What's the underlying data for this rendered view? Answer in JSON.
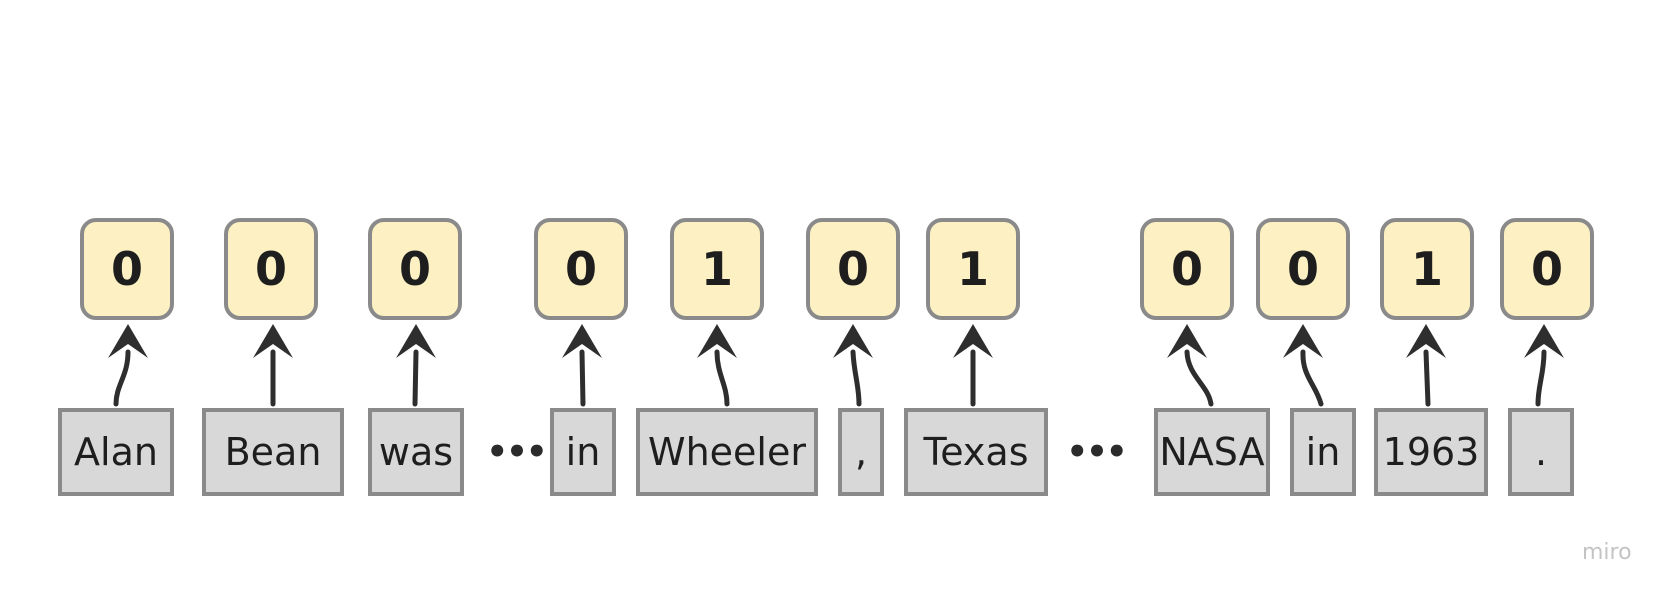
{
  "diagram": {
    "pairs": [
      {
        "token": "Alan",
        "label": "0"
      },
      {
        "token": "Bean",
        "label": "0"
      },
      {
        "token": "was",
        "label": "0"
      },
      {
        "token": "in",
        "label": "0"
      },
      {
        "token": "Wheeler",
        "label": "1"
      },
      {
        "token": ",",
        "label": "0"
      },
      {
        "token": "Texas",
        "label": "1"
      },
      {
        "token": "NASA",
        "label": "0"
      },
      {
        "token": "in",
        "label": "0"
      },
      {
        "token": "1963",
        "label": "1"
      },
      {
        "token": ".",
        "label": "0"
      }
    ],
    "ellipses": [
      "•••",
      "•••"
    ],
    "colors": {
      "label_fill": "#fdf1c3",
      "token_fill": "#d8d8d8",
      "border": "#8a8a8a",
      "arrow": "#2e2e2e",
      "text": "#1e1e1e"
    }
  },
  "watermark": "miro"
}
